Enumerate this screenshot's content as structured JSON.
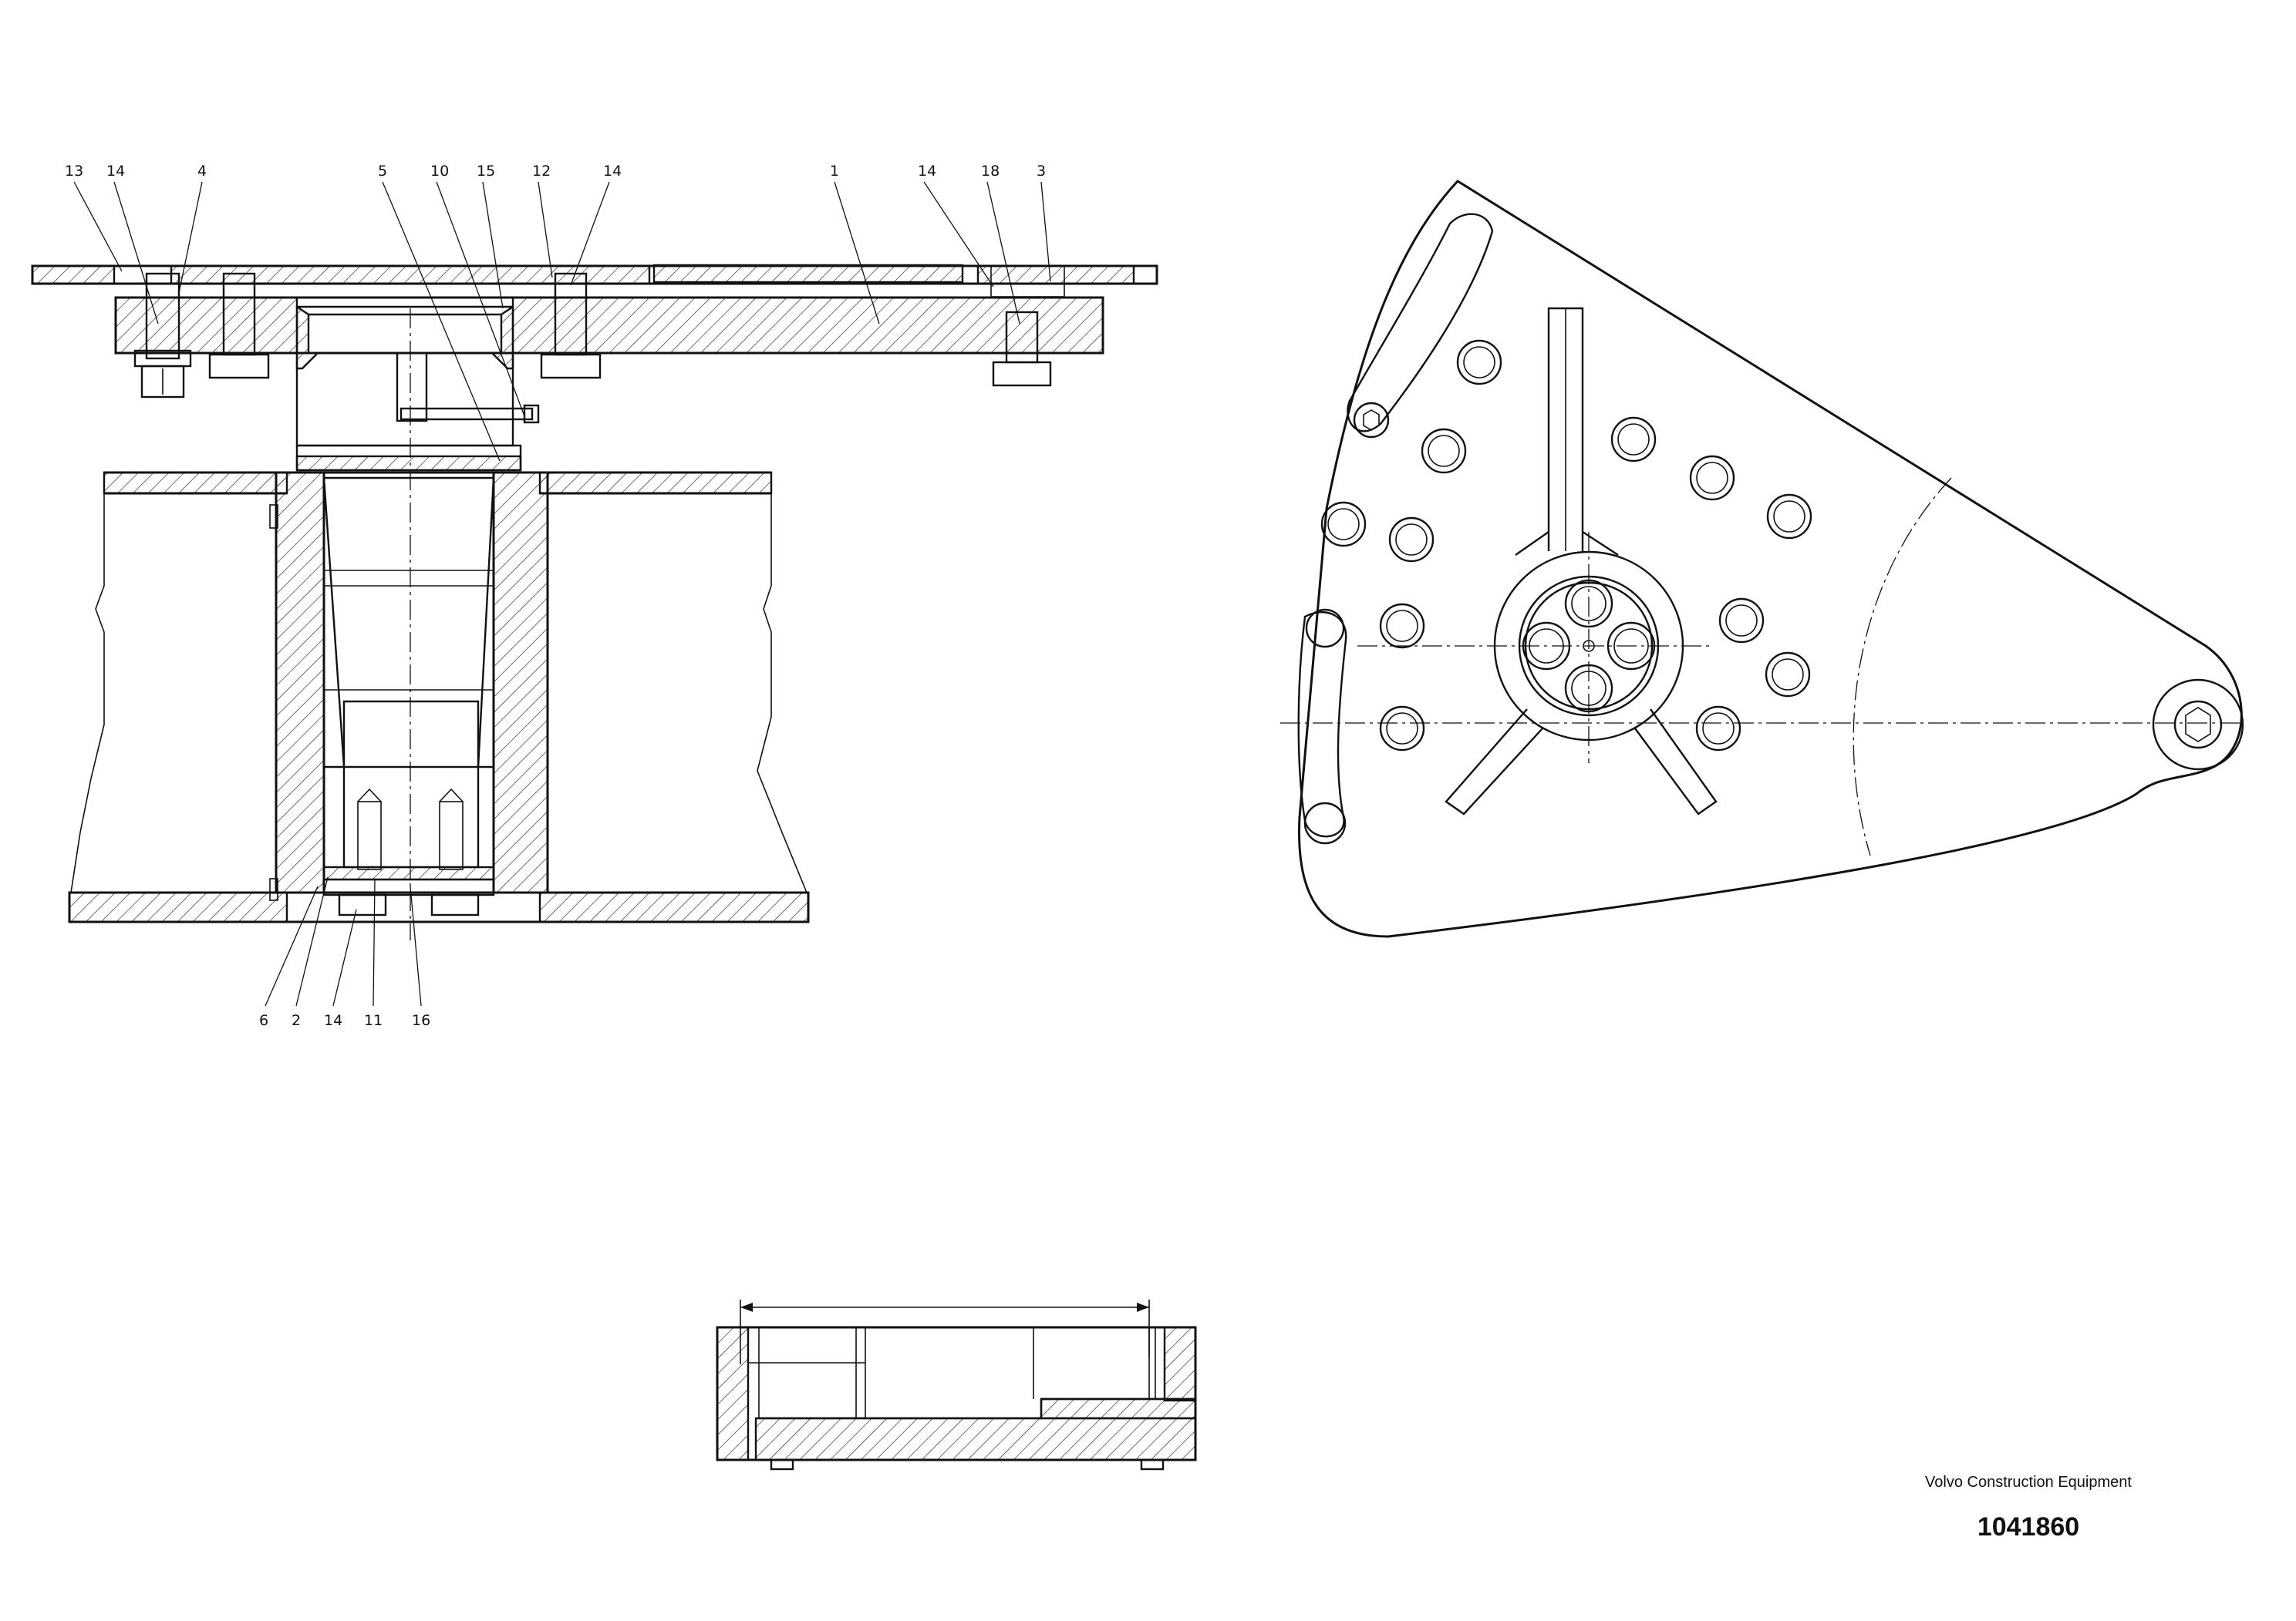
{
  "title_block": {
    "company": "Volvo Construction Equipment",
    "drawing_number": "1041860"
  },
  "callouts_top": [
    "13",
    "14",
    "4",
    "5",
    "10",
    "15",
    "12",
    "14",
    "1",
    "14",
    "18",
    "3"
  ],
  "callouts_bottom": [
    "6",
    "2",
    "14",
    "11",
    "16"
  ]
}
